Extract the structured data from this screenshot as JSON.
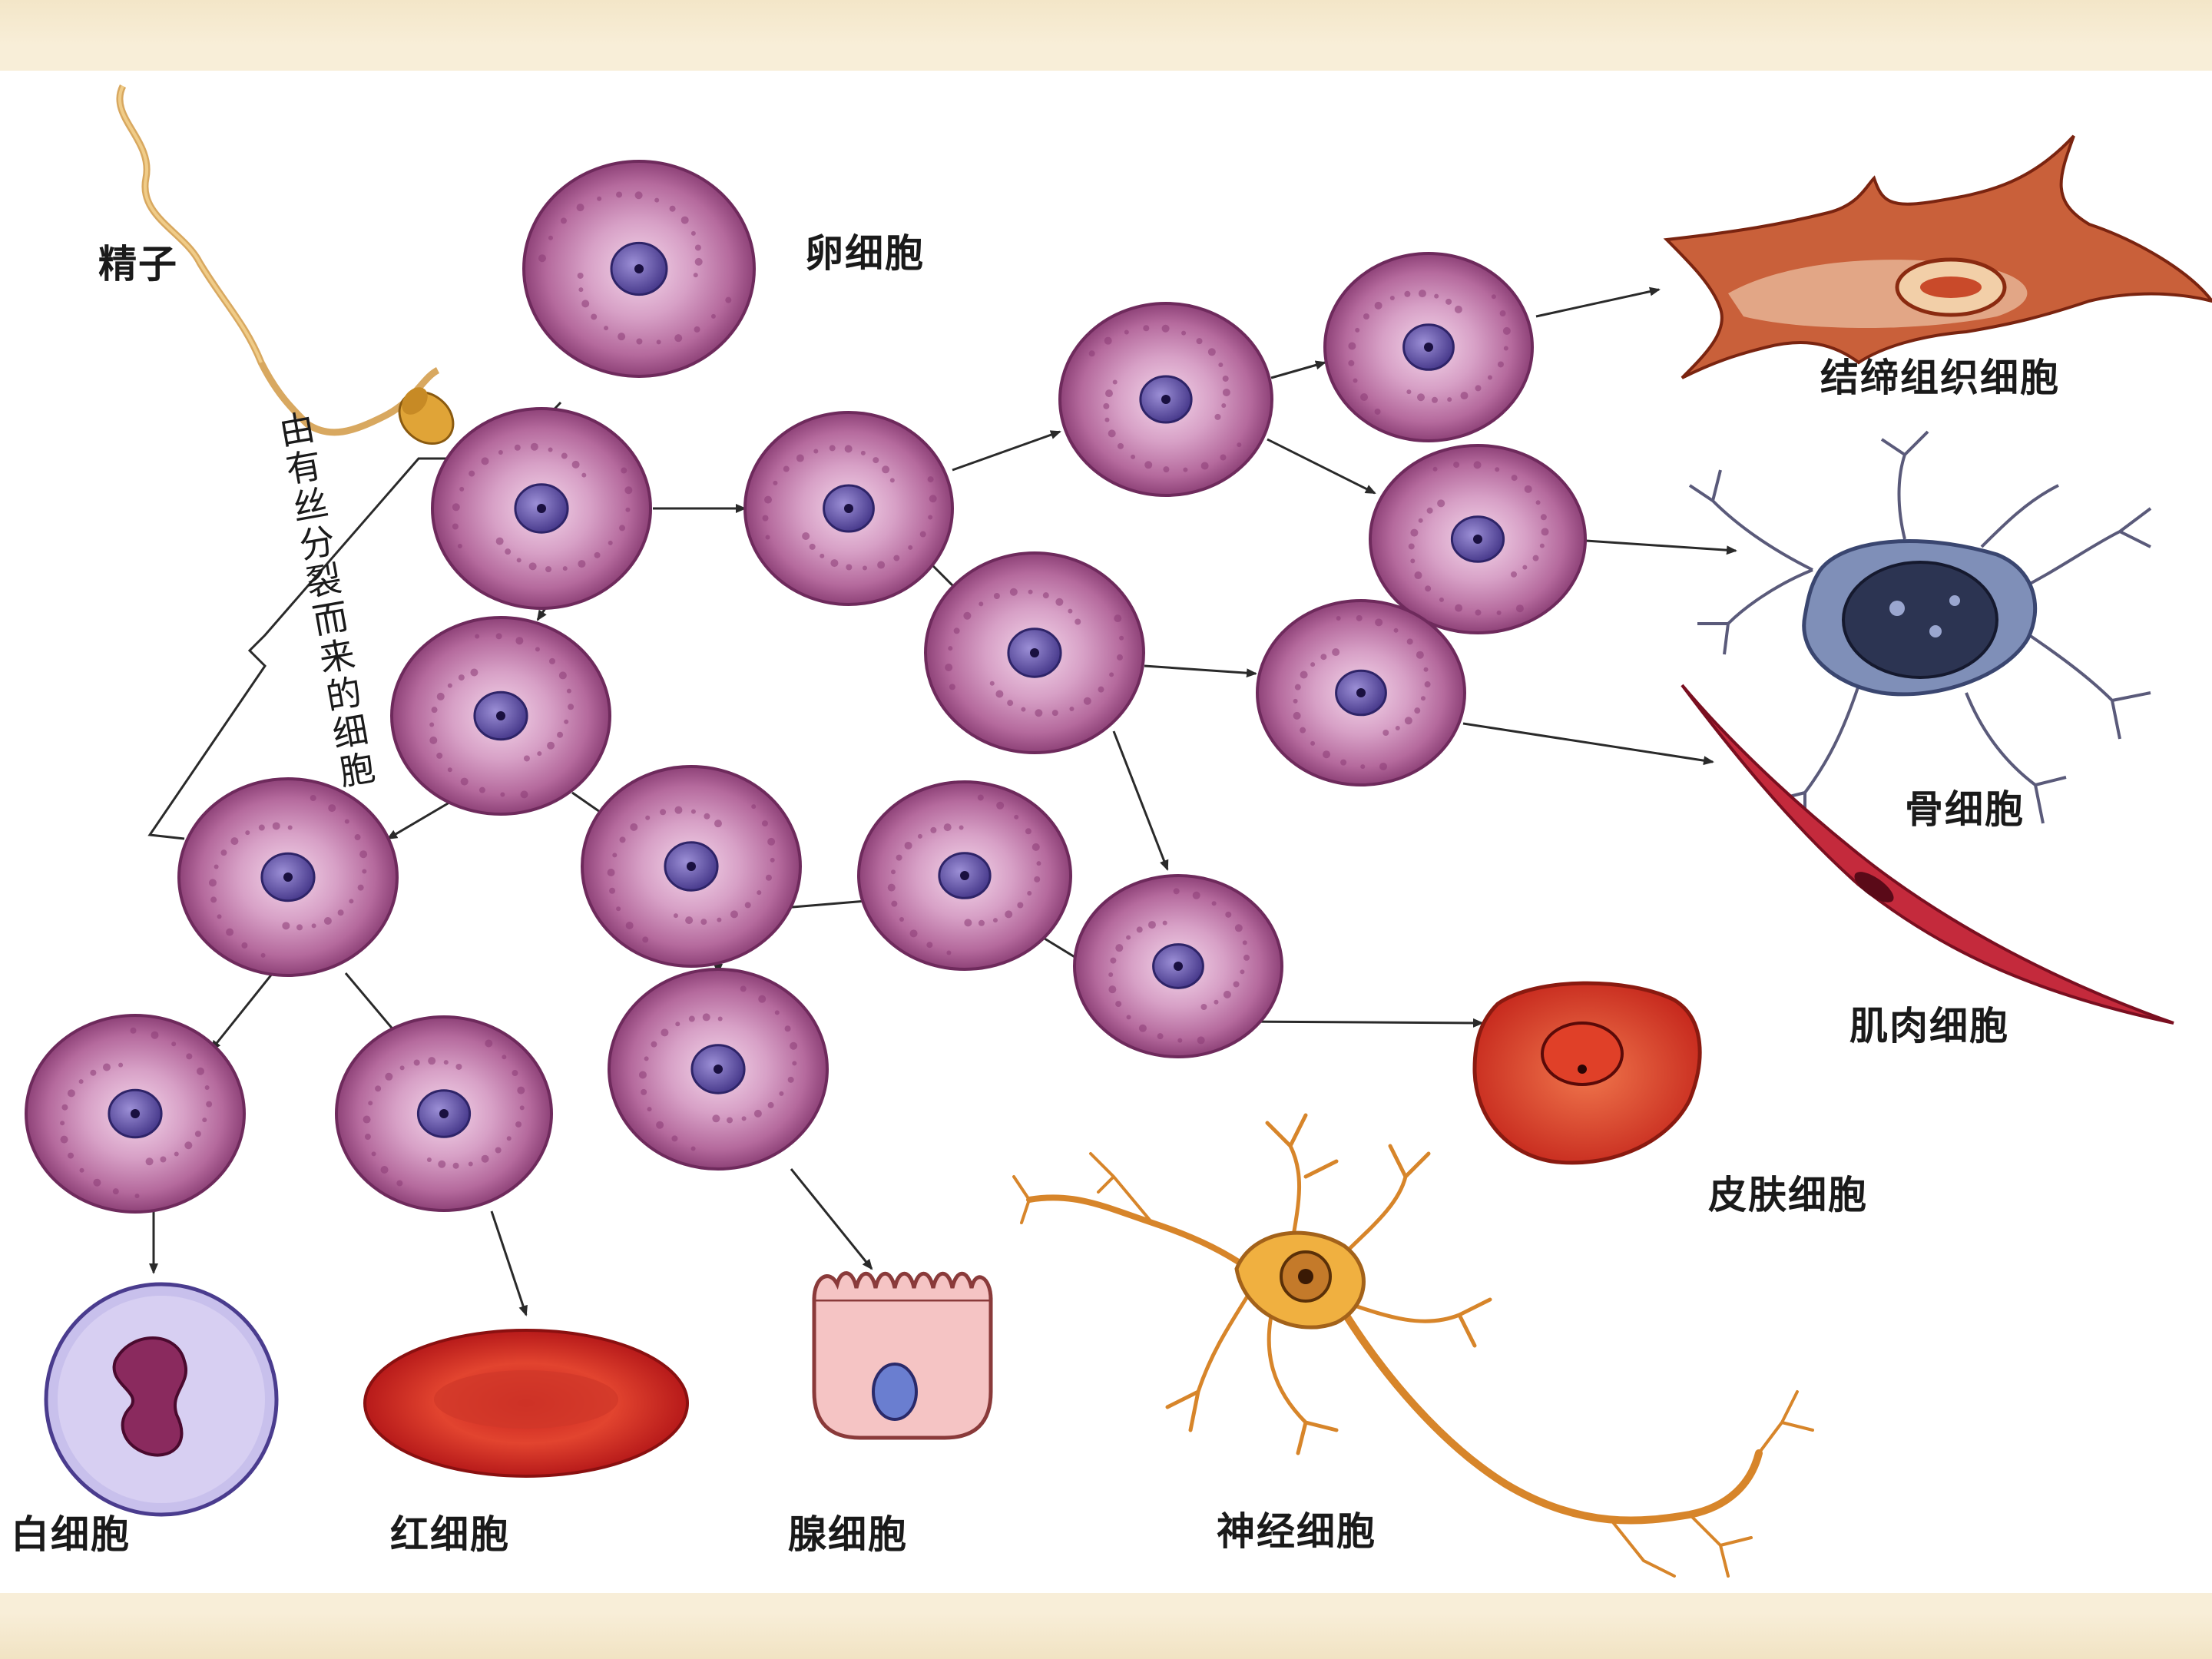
{
  "labels": {
    "sperm": "精子",
    "egg": "卵细胞",
    "mitosis_note": "由有丝分裂而来的细胞",
    "connective": "结缔组织细胞",
    "bone": "骨细胞",
    "muscle": "肌肉细胞",
    "skin": "皮肤细胞",
    "nerve": "神经细胞",
    "gland": "腺细胞",
    "red_blood": "红细胞",
    "white_blood": "白细胞"
  },
  "colors": {
    "cell_fill": "#c77aa8",
    "cell_edge": "#6e2a5c",
    "nucleus": "#5b4aa0",
    "arrow": "#2a2a2a",
    "connective": "#b34a2c",
    "bone": "#5f6f9e",
    "muscle": "#c42a3c",
    "skin": "#d73a28",
    "nerve": "#e7a03a",
    "red_blood": "#d52a26",
    "white_blood": "#b9b0e0"
  }
}
